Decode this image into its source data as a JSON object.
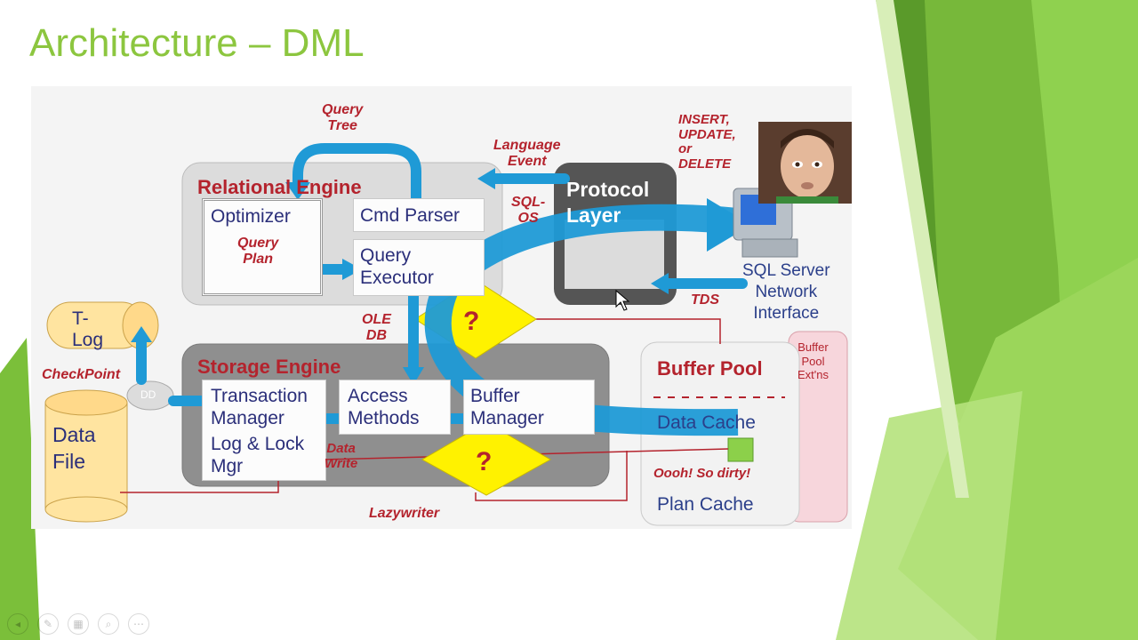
{
  "slide": {
    "title": "Architecture – DML"
  },
  "diagram": {
    "query_tree": "Query\nTree",
    "language_event": "Language\nEvent",
    "insert_update_delete": "INSERT,\nUPDATE,\nor\nDELETE",
    "relational_engine": "Relational Engine",
    "optimizer": "Optimizer",
    "query_plan": "Query\nPlan",
    "cmd_parser": "Cmd Parser",
    "query_executor": "Query\nExecutor",
    "sql_os": "SQL-\nOS",
    "protocol_layer": "Protocol\nLayer",
    "sql_server_network_interface": "SQL Server\nNetwork\nInterface",
    "tds": "TDS",
    "ole_db": "OLE\nDB",
    "question_mark_1": "?",
    "question_mark_2": "?",
    "t_log": "T-\nLog",
    "checkpoint": "CheckPoint",
    "dd": "DD",
    "data_file": "Data\nFile",
    "storage_engine": "Storage Engine",
    "transaction_manager": "Transaction\nManager",
    "log_lock_mgr": "Log & Lock\nMgr",
    "access_methods": "Access\nMethods",
    "buffer_manager": "Buffer\nManager",
    "data_write": "Data\nWrite",
    "lazywriter": "Lazywriter",
    "buffer_pool": "Buffer Pool",
    "data_cache": "Data Cache",
    "oooh_so_dirty": "Oooh! So dirty!",
    "plan_cache": "Plan Cache",
    "buffer_pool_extns": "Buffer\nPool\nExt'ns"
  },
  "colors": {
    "title_green": "#8cc63f",
    "arrow_blue": "#1f9ad6",
    "label_red": "#b4232d",
    "diamond_yellow": "#fff200",
    "engine_gray": "#8f8f8f",
    "protocol_dark": "#555555"
  },
  "toolbar": {
    "icons": [
      "back-icon",
      "pen-icon",
      "slides-icon",
      "zoom-icon",
      "more-icon"
    ]
  }
}
